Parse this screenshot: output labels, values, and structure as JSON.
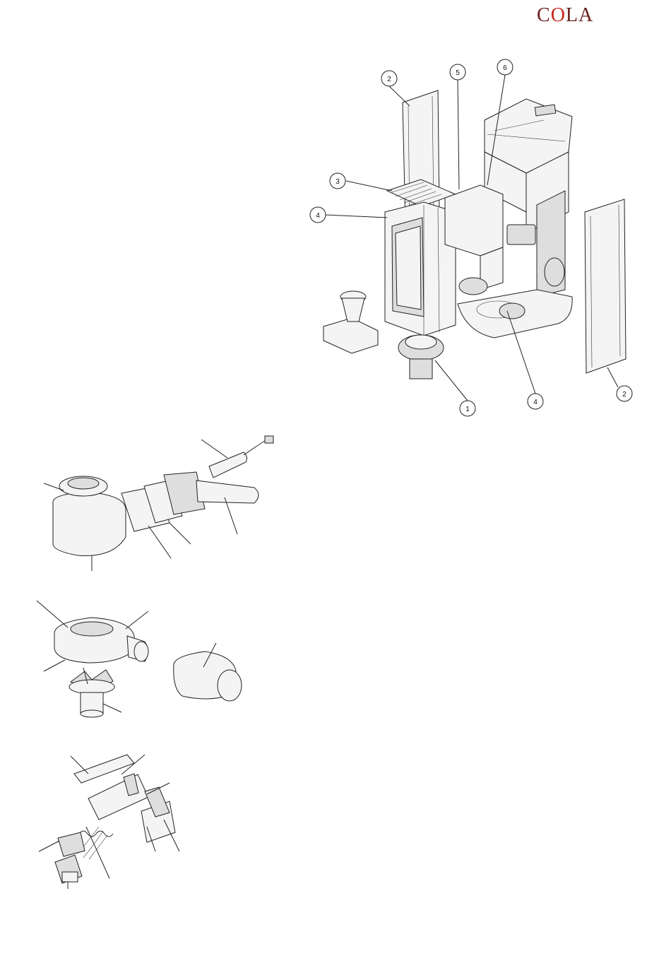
{
  "brand": {
    "logo_before": "C",
    "logo_o": "O",
    "logo_after": "LA",
    "logo_color": "#6b1f1f",
    "logo_o_color": "#c8281e"
  },
  "main_diagram": {
    "callouts": [
      {
        "id": "c1",
        "label": "1"
      },
      {
        "id": "c2a",
        "label": "2"
      },
      {
        "id": "c2b",
        "label": "2"
      },
      {
        "id": "c3",
        "label": "3"
      },
      {
        "id": "c4a",
        "label": "4"
      },
      {
        "id": "c4b",
        "label": "4"
      },
      {
        "id": "c5",
        "label": "5"
      },
      {
        "id": "c6",
        "label": "6"
      }
    ]
  }
}
